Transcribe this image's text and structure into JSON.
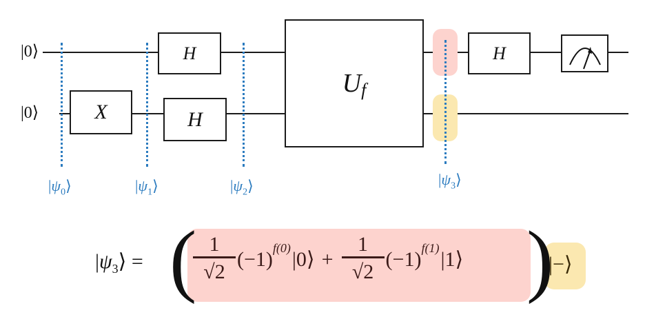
{
  "circuit": {
    "inputs": [
      "|0⟩",
      "|0⟩"
    ],
    "gates": {
      "x": "X",
      "h_top": "H",
      "h_bottom": "H",
      "oracle": "U",
      "oracle_sub": "f",
      "h_final": "H"
    },
    "measurement": "meter-icon",
    "barriers": [
      {
        "label": "ψ",
        "sub": "0"
      },
      {
        "label": "ψ",
        "sub": "1"
      },
      {
        "label": "ψ",
        "sub": "2"
      },
      {
        "label": "ψ",
        "sub": "3"
      }
    ],
    "colors": {
      "barrier": "#2b7bbf",
      "highlight_red": "#fdd3ce",
      "highlight_yellow": "#fbe8b0"
    }
  },
  "equation": {
    "lhs_psi": "ψ",
    "lhs_sub": "3",
    "equals": "=",
    "open_paren": "(",
    "close_paren": ")",
    "term1_num": "1",
    "term1_den": "√2",
    "term1_base": "(−1)",
    "term1_exp": "f(0)",
    "term1_ket": "|0⟩",
    "plus": "+",
    "term2_num": "1",
    "term2_den": "√2",
    "term2_base": "(−1)",
    "term2_exp": "f(1)",
    "term2_ket": "|1⟩",
    "minus_ket": "|−⟩"
  }
}
